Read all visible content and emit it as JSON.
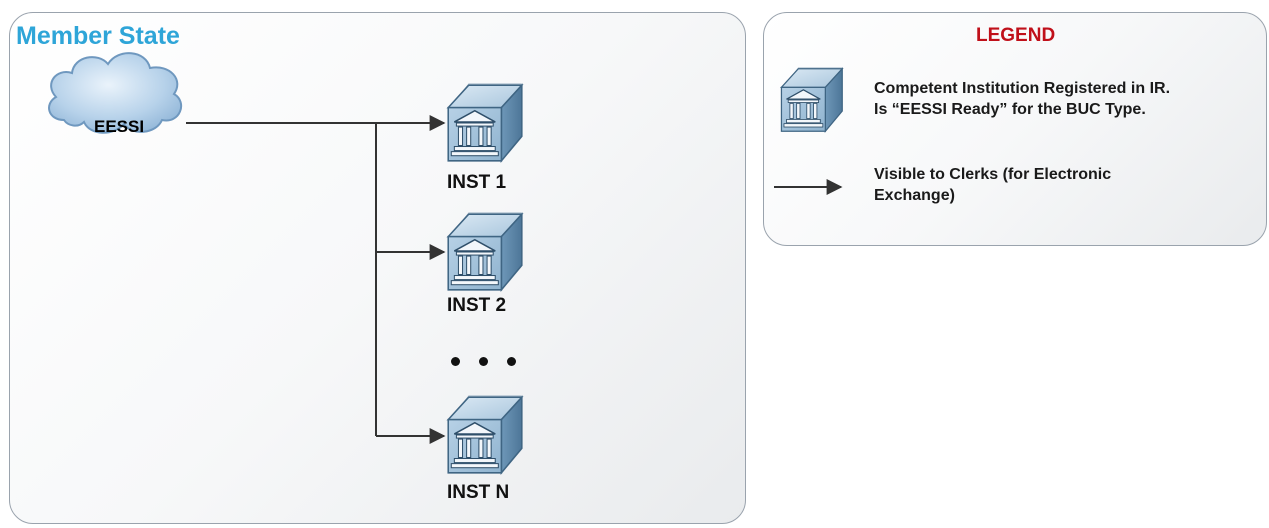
{
  "member_state": {
    "title": "Member State"
  },
  "network": {
    "label": "EESSI",
    "icon": "cloud-icon"
  },
  "institutions": [
    {
      "label": "INST 1",
      "icon": "institution-server-icon"
    },
    {
      "label": "INST 2",
      "icon": "institution-server-icon"
    },
    {
      "label": "INST N",
      "icon": "institution-server-icon"
    }
  ],
  "ellipsis": "• • •",
  "legend": {
    "title": "LEGEND",
    "items": [
      {
        "icon": "institution-server-icon",
        "line1": "Competent Institution Registered in IR.",
        "line2": "Is “EESSI Ready” for the BUC Type."
      },
      {
        "icon": "arrow-icon",
        "line1": "Visible to Clerks (for Electronic",
        "line2": "Exchange)"
      }
    ]
  },
  "colors": {
    "title_blue": "#2ea5d8",
    "legend_red": "#c0101a",
    "server_blue": "#8fb6d2",
    "cloud_blue": "#a9c9e4"
  }
}
